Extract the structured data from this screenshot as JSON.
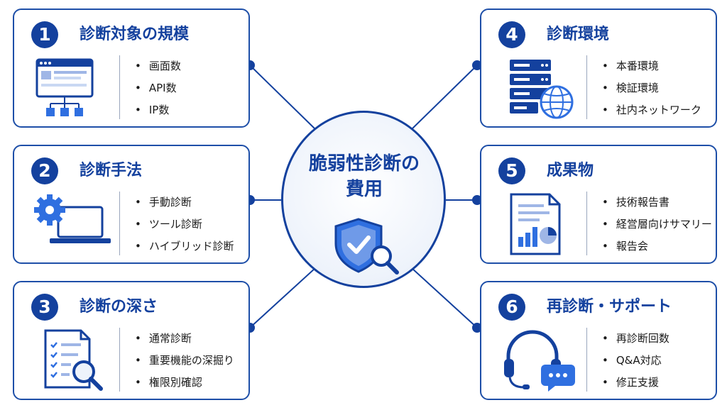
{
  "hub": {
    "line1": "脆弱性診断の",
    "line2": "費用",
    "icon": "shield-check-magnifier-icon"
  },
  "cards": [
    {
      "number": "1",
      "title": "診断対象の規模",
      "icon": "web-sitemap-icon",
      "items": [
        "画面数",
        "API数",
        "IP数"
      ]
    },
    {
      "number": "2",
      "title": "診断手法",
      "icon": "gear-laptop-icon",
      "items": [
        "手動診断",
        "ツール診断",
        "ハイブリッド診断"
      ]
    },
    {
      "number": "3",
      "title": "診断の深さ",
      "icon": "checklist-magnifier-icon",
      "items": [
        "通常診断",
        "重要機能の深掘り",
        "権限別確認"
      ]
    },
    {
      "number": "4",
      "title": "診断環境",
      "icon": "server-globe-icon",
      "items": [
        "本番環境",
        "検証環境",
        "社内ネットワーク"
      ]
    },
    {
      "number": "5",
      "title": "成果物",
      "icon": "report-chart-icon",
      "items": [
        "技術報告書",
        "経営層向けサマリー",
        "報告会"
      ]
    },
    {
      "number": "6",
      "title": "再診断・サポート",
      "icon": "headset-chat-icon",
      "items": [
        "再診断回数",
        "Q&A対応",
        "修正支援"
      ]
    }
  ],
  "colors": {
    "primary": "#14419e",
    "accent": "#2f6fe0",
    "light": "#c9d8f3"
  }
}
